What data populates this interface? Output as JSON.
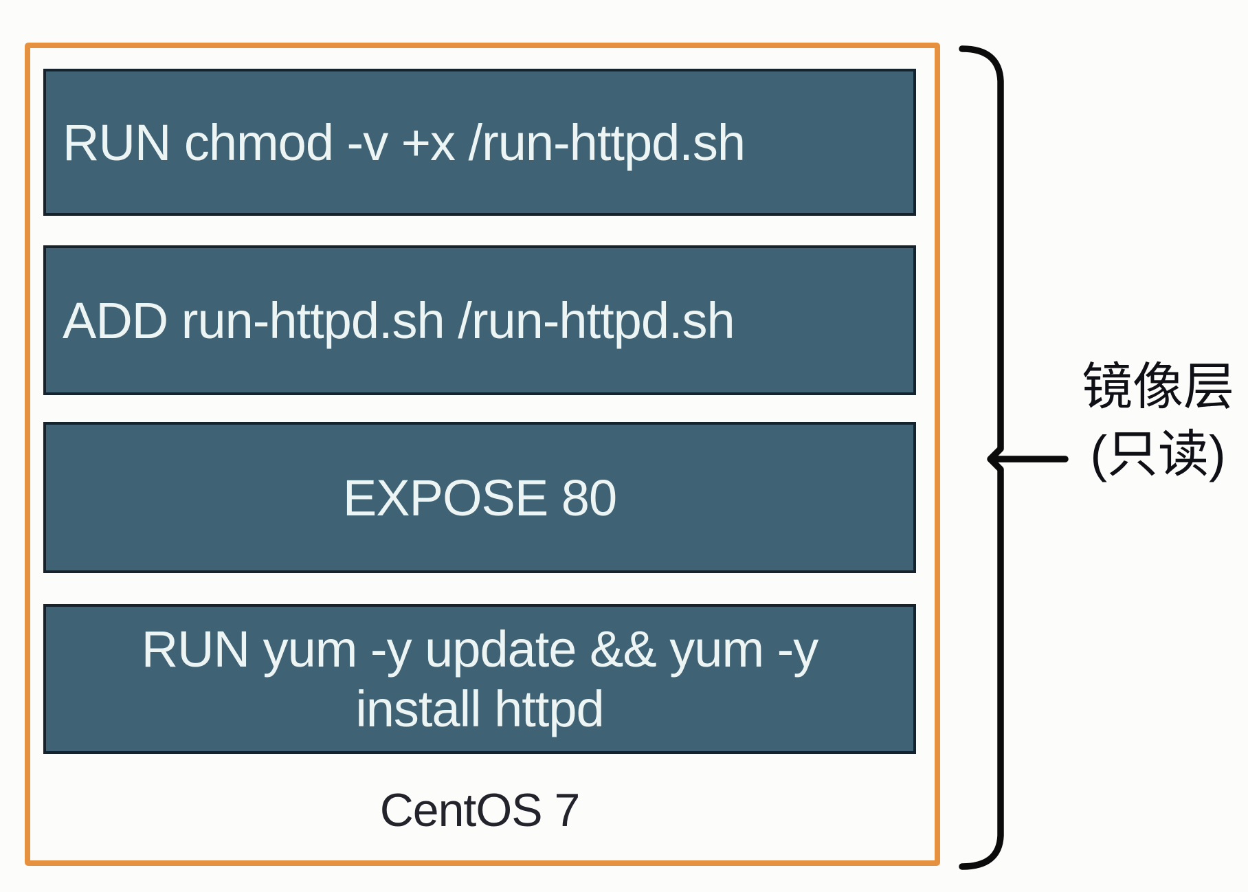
{
  "diagram": {
    "type": "docker-image-layers",
    "layers": [
      {
        "label": "RUN chmod -v +x /run-httpd.sh",
        "align": "left"
      },
      {
        "label": "ADD run-httpd.sh /run-httpd.sh",
        "align": "left"
      },
      {
        "label": "EXPOSE 80",
        "align": "center"
      },
      {
        "label": "RUN yum -y update && yum -y install httpd",
        "align": "center"
      }
    ],
    "base_image_label": "CentOS 7",
    "annotation": {
      "line1": "镜像层",
      "line2": "(只读)"
    },
    "colors": {
      "background": "#fcfcfa",
      "group_border_orange": "#E6913F",
      "layer_fill": "#3F6374",
      "layer_border": "#16222C",
      "layer_text": "#EDF5F4",
      "base_label_text": "#23232C",
      "annotation_text": "#0F0F16",
      "brace_stroke": "#0B0B0B"
    }
  }
}
